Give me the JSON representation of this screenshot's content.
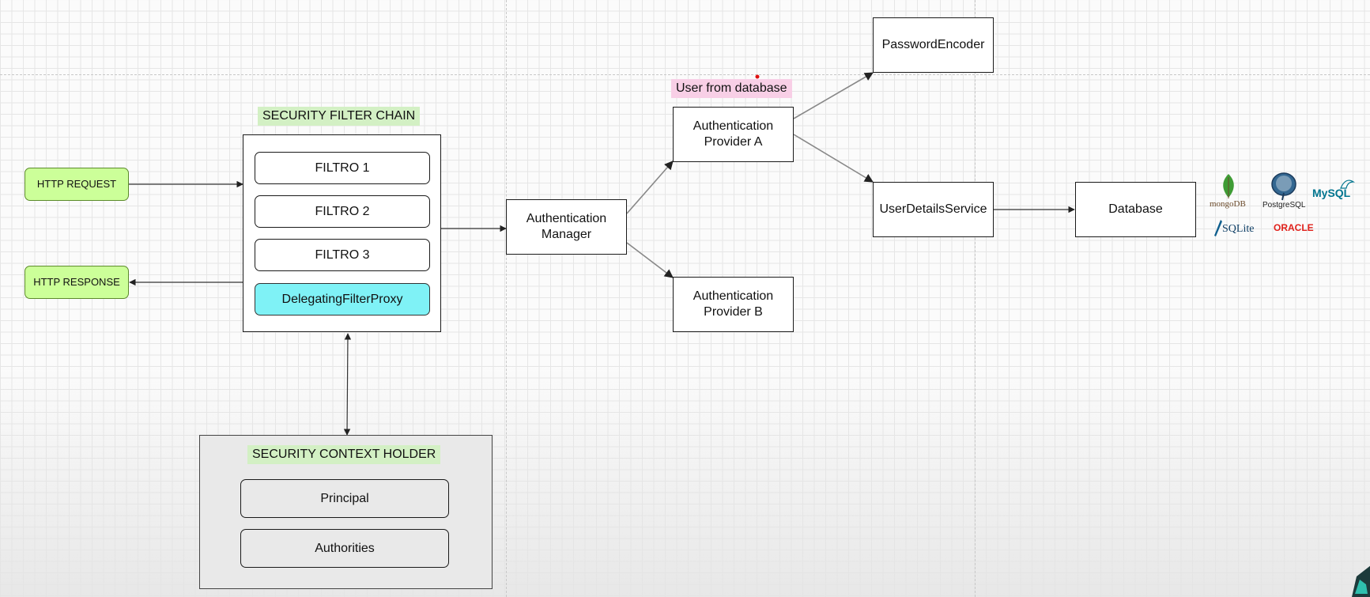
{
  "diagram": {
    "http_request": "HTTP REQUEST",
    "http_response": "HTTP RESPONSE",
    "filter_chain": {
      "title": "SECURITY FILTER CHAIN",
      "filters": [
        "FILTRO 1",
        "FILTRO 2",
        "FILTRO 3"
      ],
      "proxy": "DelegatingFilterProxy"
    },
    "context_holder": {
      "title": "SECURITY CONTEXT HOLDER",
      "items": [
        "Principal",
        "Authorities"
      ]
    },
    "auth_manager": "Authentication Manager",
    "provider_a": "Authentication Provider A",
    "provider_b": "Authentication Provider B",
    "user_from_db": "User from database",
    "password_encoder": "PasswordEncoder",
    "user_details_service": "UserDetailsService",
    "database": "Database",
    "db_logos": {
      "mongodb": "mongoDB",
      "postgresql": "PostgreSQL",
      "mysql": "MySQL",
      "sqlite": "SQLite",
      "oracle": "ORACLE"
    }
  },
  "colors": {
    "request_fill": "#ccff99",
    "proxy_fill": "#7ff2f6",
    "title_green": "#d3f0c4",
    "title_pink": "#f8cfe6",
    "holder_fill": "#e9e9e9"
  }
}
